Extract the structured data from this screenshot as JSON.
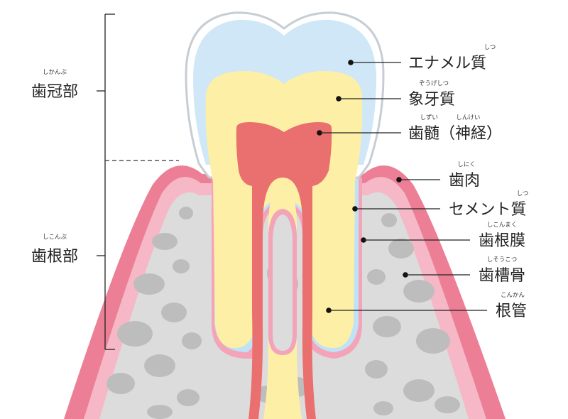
{
  "colors": {
    "gum_outer": "#ec7f96",
    "gum_light": "#f6b8c6",
    "bone": "#dcdcdc",
    "bone_spots": "#bdbdbd",
    "crown_outline": "#c6cdd4",
    "enamel": "#cfe7f7",
    "dentin": "#fdf0a6",
    "pulp": "#ea6f6f",
    "cementum": "#bfe3f5",
    "ligament": "#f4a4b8"
  },
  "section_labels": {
    "crown": {
      "text": "歯冠部",
      "ruby": "しかんぶ"
    },
    "root": {
      "text": "歯根部",
      "ruby": "しこんぶ"
    }
  },
  "parts": [
    {
      "key": "enamel",
      "text": "エナメル質",
      "ruby": "しつ"
    },
    {
      "key": "dentin",
      "text": "象牙質",
      "ruby": "ぞうげしつ"
    },
    {
      "key": "pulp",
      "text": "歯髄（神経）",
      "ruby": "しずい　　　しんけい"
    },
    {
      "key": "gum",
      "text": "歯肉",
      "ruby": "しにく"
    },
    {
      "key": "cementum",
      "text": "セメント質",
      "ruby": "しつ"
    },
    {
      "key": "ligament",
      "text": "歯根膜",
      "ruby": "しこんまく"
    },
    {
      "key": "alveolar_bone",
      "text": "歯槽骨",
      "ruby": "しそうこつ"
    },
    {
      "key": "root_canal",
      "text": "根管",
      "ruby": "こんかん"
    }
  ]
}
